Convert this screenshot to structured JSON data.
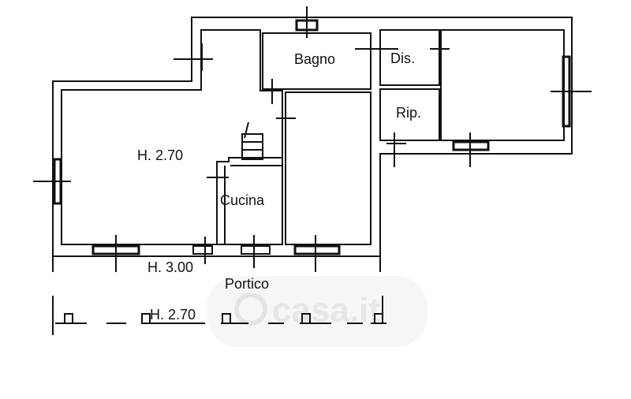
{
  "plan": {
    "rooms": {
      "bagno": "Bagno",
      "dis": "Dis.",
      "rip": "Rip.",
      "cucina": "Cucina",
      "main_height": "H. 2.70",
      "portico_height_top": "H. 3.00",
      "portico": "Portico",
      "portico_height_bottom": "H. 2.70"
    },
    "watermark": "casa.it",
    "colors": {
      "line": "#111111",
      "watermark": "#e6e6e6"
    }
  }
}
